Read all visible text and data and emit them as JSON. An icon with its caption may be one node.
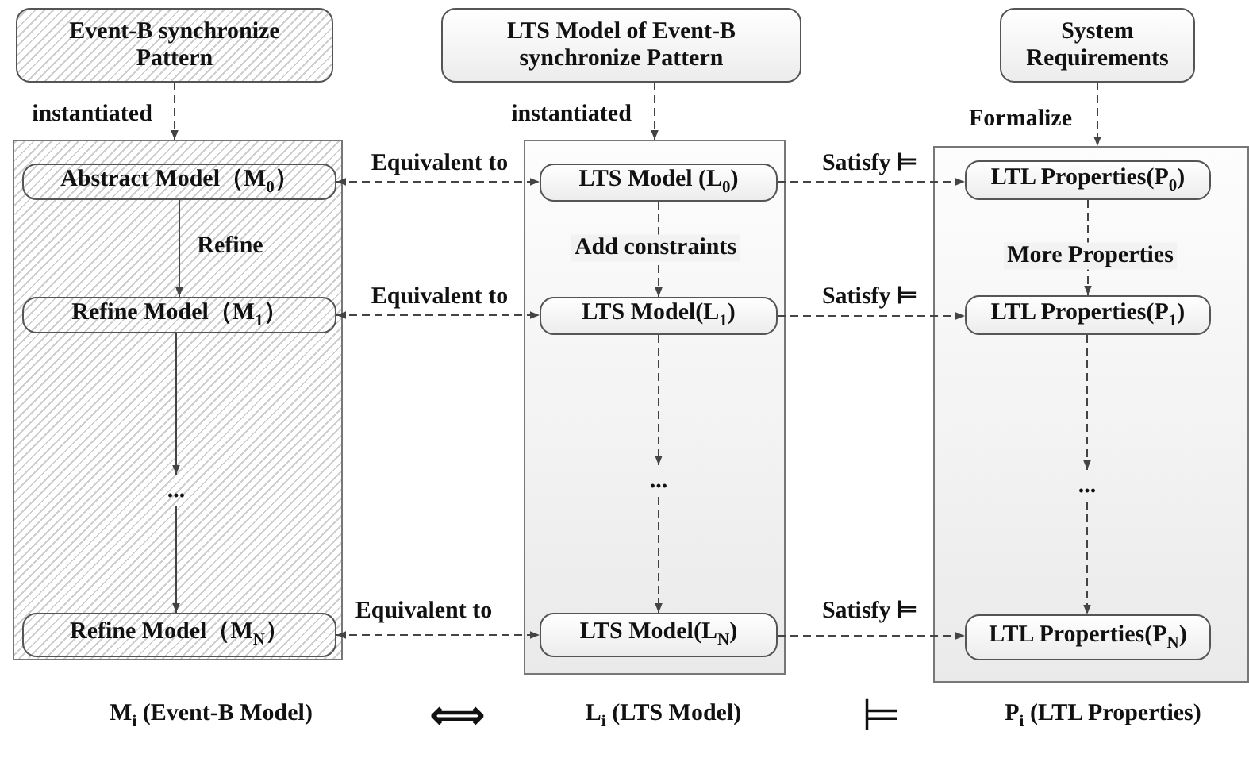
{
  "diagram": {
    "nodes": [
      {
        "text": [
          "Event-B synchronize Pattern"
        ]
      },
      {
        "text": [
          "LTS Model of Event-B synchronize Pattern"
        ]
      },
      {
        "text": [
          "System Requirements"
        ]
      },
      {
        "text": [],
        "shape": "box"
      },
      {
        "text": [
          "Abstract Model（M$_{0}$）"
        ],
        "in": 3
      },
      {
        "text": [
          "Refine Model（M$_{1}$）"
        ],
        "in": 3
      },
      {
        "text": [
          "..."
        ],
        "in": 3
      },
      {
        "text": [
          "Refine Model（M$_{N}$）"
        ],
        "in": 3
      },
      {
        "text": [],
        "shape": "box"
      },
      {
        "text": [
          "LTS Model (L$_{0}$)"
        ],
        "in": 8
      },
      {
        "text": [
          "LTS Model(L$_{1}$)"
        ],
        "in": 8
      },
      {
        "text": [
          "..."
        ],
        "in": 8
      },
      {
        "text": [
          "LTS Model(L$_{N}$)"
        ],
        "in": 8
      },
      {
        "text": [],
        "shape": "box"
      },
      {
        "text": [
          "LTL Properties(P$_{0}$)"
        ],
        "in": 13
      },
      {
        "text": [
          "LTL Properties(P$_{1}$)"
        ],
        "in": 13
      },
      {
        "text": [
          "..."
        ],
        "in": 13
      },
      {
        "text": [
          "LTL Properties(P$_{N}$)"
        ],
        "in": 13
      }
    ],
    "edges": [
      {
        "from": 0,
        "to": 3,
        "arrow": "to",
        "label": "instantiated",
        "style": "dashed"
      },
      {
        "from": 1,
        "to": 8,
        "arrow": "to",
        "label": "instantiated",
        "style": "dashed"
      },
      {
        "from": 2,
        "to": 13,
        "arrow": "to",
        "label": "Formalize",
        "style": "dashed"
      },
      {
        "from": 4,
        "to": 5,
        "arrow": "to",
        "label": "Refine"
      },
      {
        "from": 5,
        "to": 6,
        "arrow": "to"
      },
      {
        "from": 6,
        "to": 7,
        "arrow": "to"
      },
      {
        "from": 9,
        "to": 10,
        "arrow": "to",
        "label": "Add constraints",
        "style": "dashed"
      },
      {
        "from": 10,
        "to": 11,
        "arrow": "to",
        "style": "dashed"
      },
      {
        "from": 11,
        "to": 12,
        "arrow": "to",
        "style": "dashed"
      },
      {
        "from": 14,
        "to": 15,
        "arrow": "to",
        "label": "More Properties",
        "style": "dashed"
      },
      {
        "from": 15,
        "to": 16,
        "arrow": "to",
        "style": "dashed"
      },
      {
        "from": 16,
        "to": 17,
        "arrow": "to",
        "style": "dashed"
      },
      {
        "from": 4,
        "to": 9,
        "arrow": "both",
        "label": "Equivalent to",
        "style": "dashed"
      },
      {
        "from": 5,
        "to": 10,
        "arrow": "both",
        "label": "Equivalent to",
        "style": "dashed"
      },
      {
        "from": 7,
        "to": 12,
        "arrow": "both",
        "label": "Equivalent to",
        "style": "dashed"
      },
      {
        "from": 9,
        "to": 14,
        "arrow": "to",
        "label": "Satisfy ⊨",
        "style": "dashed"
      },
      {
        "from": 10,
        "to": 15,
        "arrow": "to",
        "label": "Satisfy ⊨",
        "style": "dashed"
      },
      {
        "from": 12,
        "to": 17,
        "arrow": "to",
        "label": "Satisfy ⊨",
        "style": "dashed"
      }
    ],
    "labels": [
      "M$_{i}$ (Event-B Model)",
      "⟺",
      "L$_{i}$ (LTS Model)",
      "⊨",
      "P$_{i}$ (LTL Properties)"
    ]
  }
}
